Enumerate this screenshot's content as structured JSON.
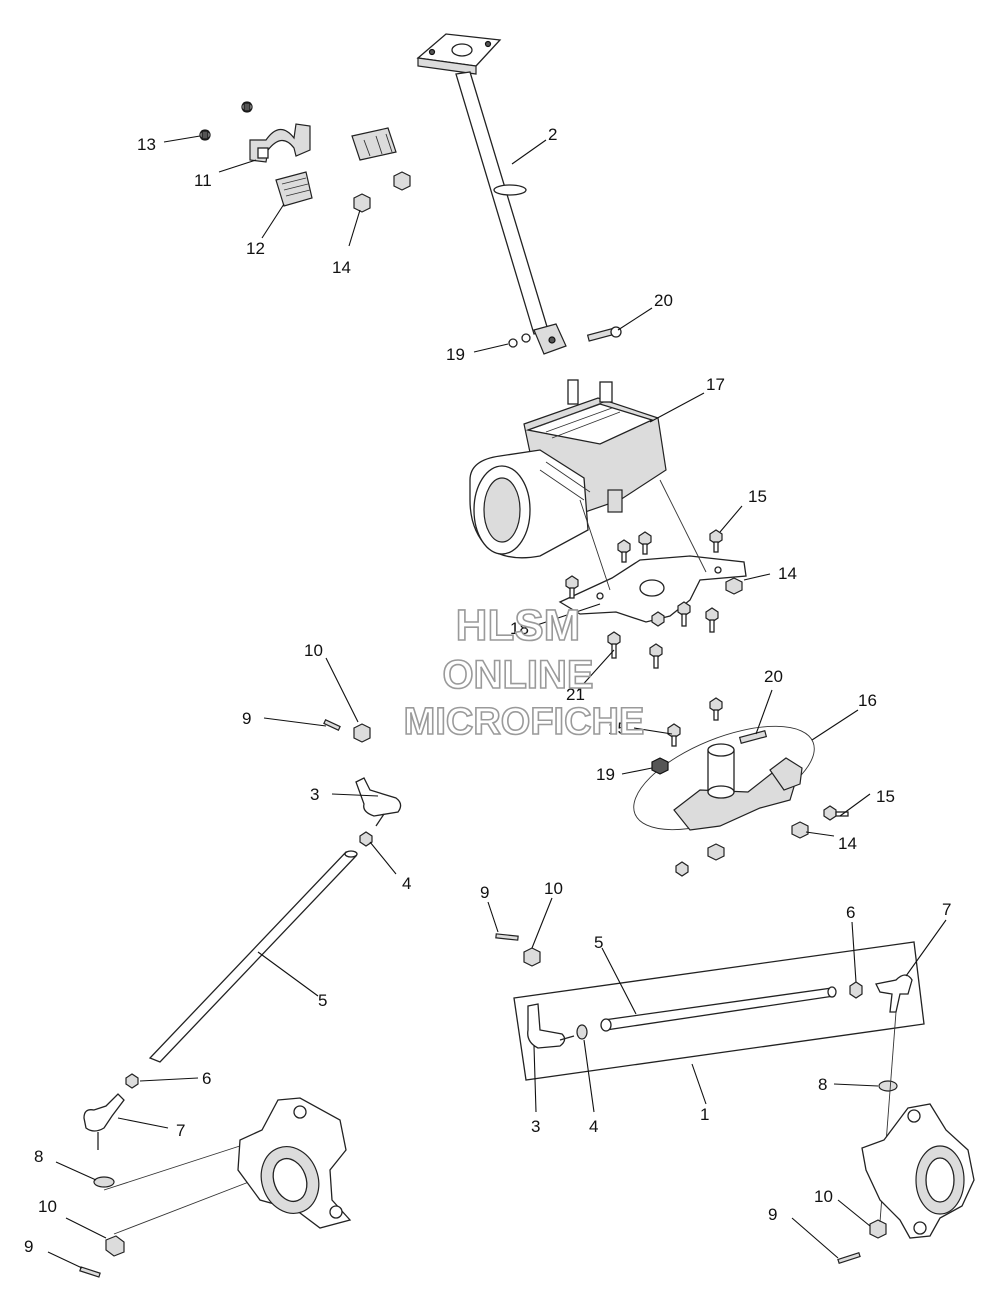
{
  "callouts": [
    {
      "n": "2"
    },
    {
      "n": "13"
    },
    {
      "n": "11"
    },
    {
      "n": "12"
    },
    {
      "n": "14"
    },
    {
      "n": "20"
    },
    {
      "n": "19"
    },
    {
      "n": "17"
    },
    {
      "n": "15"
    },
    {
      "n": "14"
    },
    {
      "n": "18"
    },
    {
      "n": "21"
    },
    {
      "n": "10"
    },
    {
      "n": "9"
    },
    {
      "n": "3"
    },
    {
      "n": "4"
    },
    {
      "n": "5"
    },
    {
      "n": "6"
    },
    {
      "n": "7"
    },
    {
      "n": "8"
    },
    {
      "n": "10"
    },
    {
      "n": "9"
    },
    {
      "n": "20"
    },
    {
      "n": "16"
    },
    {
      "n": "15"
    },
    {
      "n": "19"
    },
    {
      "n": "15"
    },
    {
      "n": "14"
    },
    {
      "n": "9"
    },
    {
      "n": "10"
    },
    {
      "n": "6"
    },
    {
      "n": "7"
    },
    {
      "n": "5"
    },
    {
      "n": "3"
    },
    {
      "n": "4"
    },
    {
      "n": "1"
    },
    {
      "n": "8"
    },
    {
      "n": "10"
    },
    {
      "n": "9"
    }
  ],
  "watermark": {
    "line1": "HLSM",
    "line2": "ONLINE",
    "line3": "MICROFICHE"
  }
}
